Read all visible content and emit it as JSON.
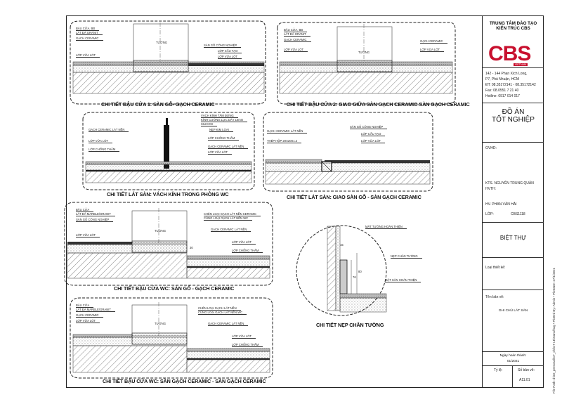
{
  "captions": {
    "d1": "CHI TIẾT BẬU CỬA 1: SÀN GỖ- GẠCH CERAMIC",
    "d2": "CHI TIẾT BẬU CỬA 2: GIAO GIỮA SÀN GẠCH CERAMIC-SÀN GẠCH CERAMIC",
    "d3": "CHI TIẾT LÁT SÀN: VÁCH KÍNH TRONG PHÒNG WC",
    "d4": "CHI TIẾT LÁT SÀN: GIAO SÀN GỖ - SÀN GẠCH CERAMIC",
    "d5": "CHI TIẾT BẬU CỬA WC: SÀN GỖ - GẠCH CERAMIC",
    "d6": "CHI TIẾT NẸP CHÂN TƯỜNG",
    "d7": "CHI TIẾT BẬU CỬA WC: SÀN GẠCH CERAMIC - SÀN GẠCH CERAMIC"
  },
  "labels": {
    "d1": [
      "BẬU CỬA, BĐ",
      "LÁT ĐÁ GRANIT",
      "GẠCH CERAMIC",
      "LỚP VỮA LÓT",
      "TƯỜNG",
      "SÀN GỖ CÔNG NGHIỆP",
      "LỚP CẤU TẠO",
      "LỚP VỮA LÓT"
    ],
    "d2": [
      "BẬU CỬA, BĐ",
      "LÁT ĐÁ GRANIT",
      "GẠCH CERAMIC",
      "LỚP VỮA LÓT",
      "TƯỜNG",
      "GẠCH CERAMIC",
      "LỚP VỮA LÓT"
    ],
    "d3": [
      "VÁCH KÍNH TẮM ĐỨNG",
      "KÍNH CƯỜNG LỰC DÀY 10mm",
      "SILICON",
      "NẸP KIM LOẠI",
      "LỚP CHỐNG THẤM",
      "GẠCH CERAMIC LÁT NỀN",
      "LỚP VỮA LÓT",
      "GẠCH CERAMIC LÁT NỀN",
      "LỚP VỮA LÓT",
      "LỚP CHỐNG THẤM"
    ],
    "d4": [
      "GẠCH CERAMIC LÁT NỀN",
      "SÀN GỖ CÔNG NGHIỆP",
      "LỚP CẤU TẠO",
      "LỚP VỮA LÓT",
      "THÉP HỘP 20X20X1.2"
    ],
    "d5": [
      "BẬU CỬA",
      "LÁT ĐÁ MARBLE/GRANIT",
      "SÀN GỖ CÔNG NGHIỆP",
      "LỚP VỮA LÓT",
      "TƯỜNG",
      "CHÊN LOẠI GẠCH LÁT NỀN CERAMIC",
      "CÙNG LOẠI GẠCH LÁT NỀN WC",
      "GẠCH CERAMIC LÁT NỀN",
      "LỚP VỮA LÓT",
      "LỚP CHỐNG THẤM",
      "30"
    ],
    "d6": [
      "MẶT TƯỜNG HOÀN THIỆN",
      "NẸP CHÂN TƯỜNG",
      "MẶT SÀN HOÀN THIỆN",
      "15",
      "76",
      "80"
    ],
    "d7": [
      "BẬU CỬA",
      "LÁT ĐÁ MARBLE/GRANIT",
      "GẠCH CERAMIC",
      "LỚP VỮA LÓT",
      "TƯỜNG",
      "CHÊN LOẠI GẠCH LÁT NỀN",
      "CÙNG LOẠI GẠCH LÁT NỀN WC",
      "GẠCH CERAMIC LÁT NỀN",
      "LỚP VỮA LÓT",
      "LỚP CHỐNG THẤM"
    ]
  },
  "titleblock": {
    "org_line1": "TRUNG TÂM ĐÀO TẠO",
    "org_line2": "KIẾN TRÚC CBS",
    "logo_text": "CBS",
    "logo_sub": "VIETNAM",
    "address1": "142 - 144 Phan Xích Long,",
    "address2": "P7, Phú Nhuận, HCM",
    "phone": "ĐT: 08.35172141 - 08.35172142",
    "fax": "Fax: 08.0551 7 21 40",
    "hotline": "Hotline: 0917 014 017",
    "project_line1": "ĐỒ ÁN",
    "project_line2": "TỐT NGHIỆP",
    "gvhd_label": "GVHD:",
    "gvhd_name": "KTS. NGUYỄN TRUNG QUÂN",
    "hvth_label": "HVTH:",
    "student": "HV. PHAN VĂN HẢI",
    "class_label": "LỚP:",
    "class_value": "CBS1118",
    "building": "BIỆT THỰ",
    "type_label": "Loại thiết kế:",
    "sheet_label": "Tên bản vẽ:",
    "sheet_name": "GHI CHÚ LÁT SÀN",
    "date_label": "Ngày hoàn thành:",
    "date_value": "01/2021",
    "scale_label": "Tỷ lệ:",
    "number_label": "Số bản vẽ:",
    "number_value": "A11.01"
  },
  "side_text": "File Path: d:\\02_personal\\CT_chi\\CT LE\\Sanu\\hug • Plotted By: Admin • PlotDate: 27/1/2021"
}
